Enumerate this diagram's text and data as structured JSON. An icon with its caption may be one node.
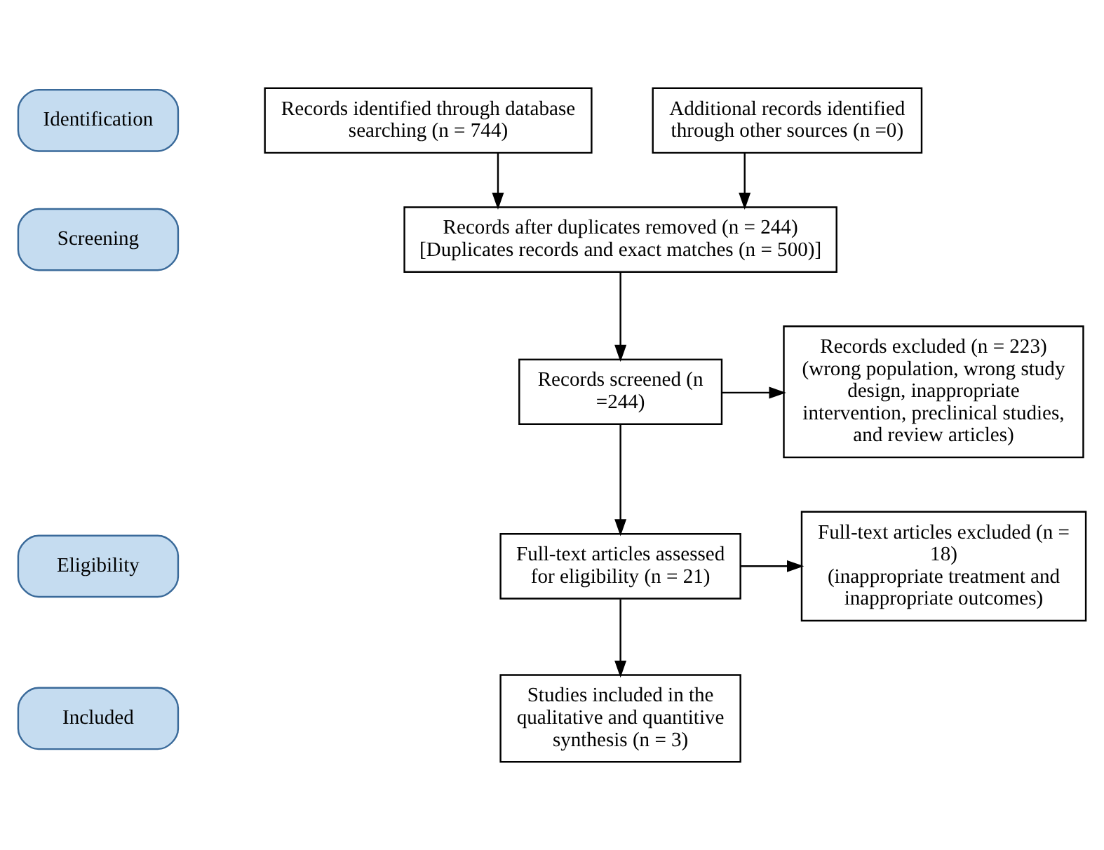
{
  "diagram": {
    "nodes": [
      {
        "text": [
          "Identification"
        ]
      },
      {
        "text": [
          "Records identified through database searching (n = 744)"
        ]
      },
      {
        "text": [
          "Additional records identified through other sources (n =0)"
        ]
      },
      {
        "text": [
          "Screening"
        ]
      },
      {
        "text": [
          "Records after duplicates removed (n = 244)",
          "[Duplicates records and exact matches (n = 500)]"
        ]
      },
      {
        "text": [
          "Records screened (n =244)"
        ]
      },
      {
        "text": [
          "Records excluded (n = 223)",
          "(wrong population, wrong study design, inappropriate intervention, preclinical studies, and review articles)"
        ]
      },
      {
        "text": [
          "Eligibility"
        ]
      },
      {
        "text": [
          "Full-text articles assessed for eligibility (n = 21)"
        ]
      },
      {
        "text": [
          "Full-text articles excluded (n = 18)",
          "(inappropriate treatment and inappropriate outcomes)"
        ]
      },
      {
        "text": [
          "Included"
        ]
      },
      {
        "text": [
          "Studies included in the qualitative and quantitive synthesis (n = 3)"
        ]
      }
    ],
    "edges": [
      {
        "from": 1,
        "to": 4,
        "arrow": "to"
      },
      {
        "from": 2,
        "to": 4,
        "arrow": "to"
      },
      {
        "from": 4,
        "to": 5,
        "arrow": "to"
      },
      {
        "from": 5,
        "to": 6,
        "arrow": "to"
      },
      {
        "from": 5,
        "to": 8,
        "arrow": "to"
      },
      {
        "from": 8,
        "to": 9,
        "arrow": "to"
      },
      {
        "from": 8,
        "to": 11,
        "arrow": "to"
      }
    ]
  }
}
